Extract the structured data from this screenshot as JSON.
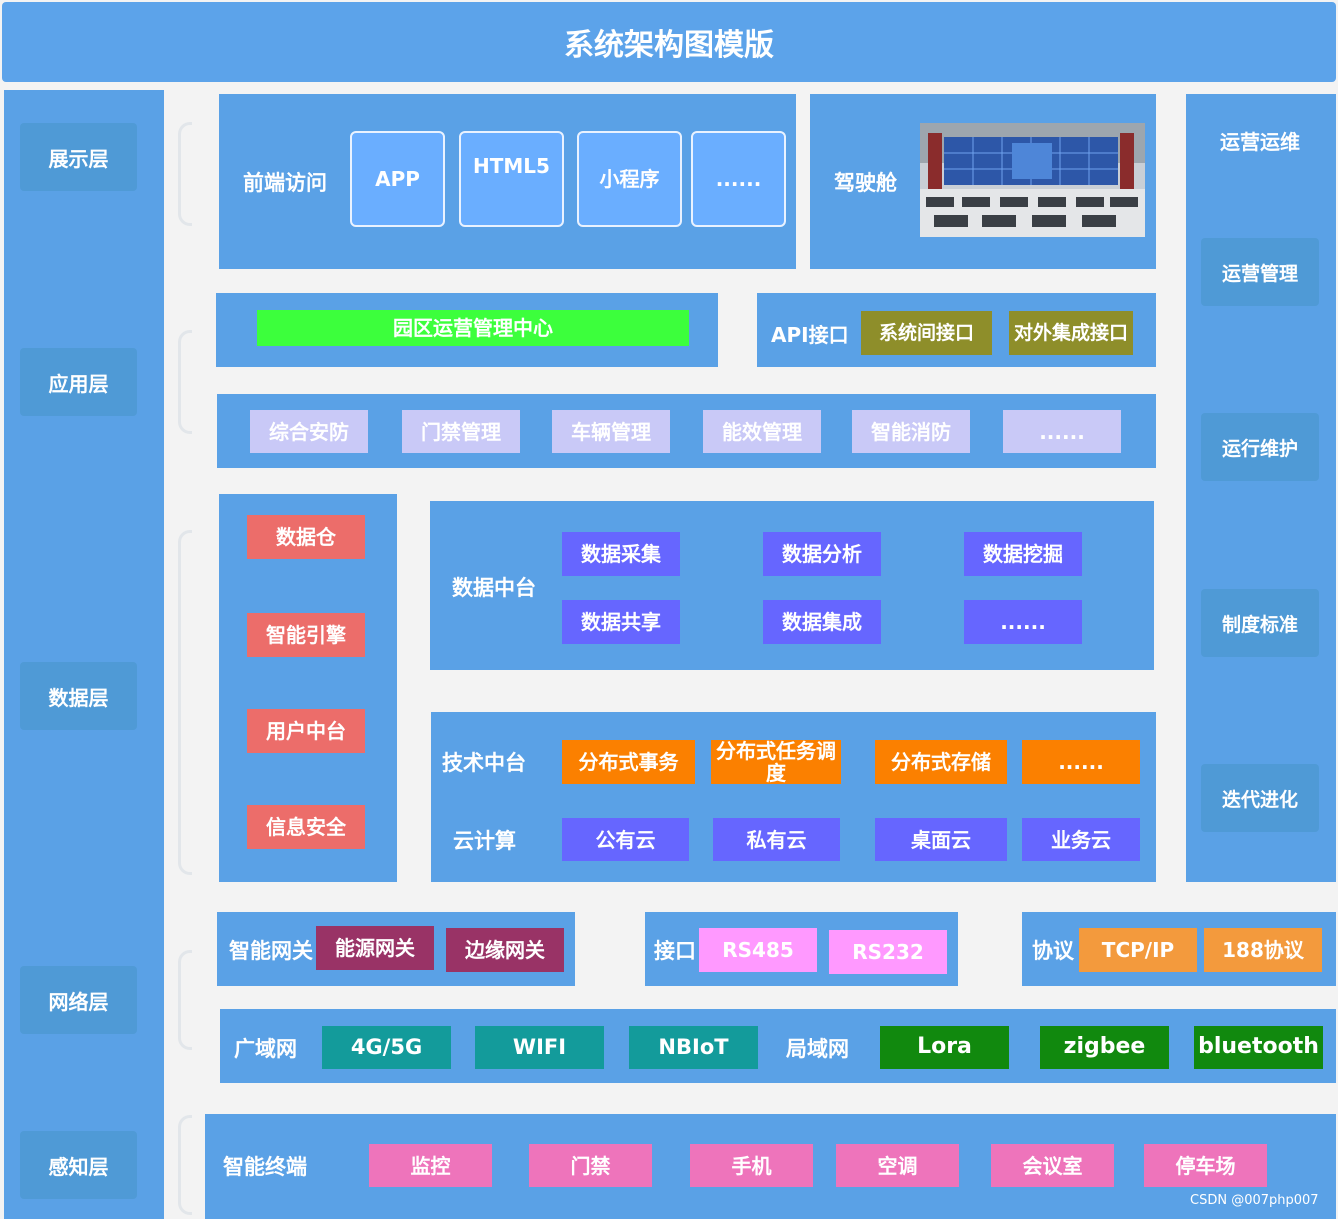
{
  "title": "系统架构图模版",
  "layers": [
    "展示层",
    "应用层",
    "数据层",
    "网络层",
    "感知层"
  ],
  "ops": {
    "title": "运营运维",
    "items": [
      "运营管理",
      "运行维护",
      "制度标准",
      "迭代进化"
    ]
  },
  "presentation": {
    "frontend_label": "前端访问",
    "frontend_items": [
      "APP",
      "HTML5",
      "小程序",
      "......"
    ],
    "cockpit_label": "驾驶舱"
  },
  "application": {
    "center": "园区运营管理中心",
    "api_label": "API接口",
    "api_items": [
      "系统间接口",
      "对外集成接口"
    ],
    "apps": [
      "综合安防",
      "门禁管理",
      "车辆管理",
      "能效管理",
      "智能消防",
      "......"
    ]
  },
  "data": {
    "left_items": [
      "数据仓",
      "智能引擎",
      "用户中台",
      "信息安全"
    ],
    "data_platform_label": "数据中台",
    "data_platform_items": [
      "数据采集",
      "数据分析",
      "数据挖掘",
      "数据共享",
      "数据集成",
      "......"
    ],
    "tech_label": "技术中台",
    "tech_items": [
      "分布式事务",
      "分布式任务调度",
      "分布式存储",
      "......"
    ],
    "cloud_label": "云计算",
    "cloud_items": [
      "公有云",
      "私有云",
      "桌面云",
      "业务云"
    ]
  },
  "network": {
    "gateway_label": "智能网关",
    "gateway_items": [
      "能源网关",
      "边缘网关"
    ],
    "interface_label": "接口",
    "interface_items": [
      "RS485",
      "RS232"
    ],
    "protocol_label": "协议",
    "protocol_items": [
      "TCP/IP",
      "188协议"
    ],
    "wan_label": "广域网",
    "wan_items": [
      "4G/5G",
      "WIFI",
      "NBIoT"
    ],
    "lan_label": "局域网",
    "lan_items": [
      "Lora",
      "zigbee",
      "bluetooth"
    ]
  },
  "perception": {
    "label": "智能终端",
    "items": [
      "监控",
      "门禁",
      "手机",
      "空调",
      "会议室",
      "停车场"
    ]
  },
  "watermark": "CSDN @007php007",
  "colors": {
    "panel": "#5aa1e6",
    "header": "#5ca3ea",
    "center_green": "#3cff3c",
    "data_red": "#ec6d6a",
    "purple": "#6666ff",
    "orange": "#fb8000",
    "olive": "#8e8e2a",
    "magenta": "#993366",
    "pink": "#ff99ff",
    "teal": "#139b9b",
    "dark_green": "#11890e",
    "hot_pink": "#ee74bb"
  }
}
